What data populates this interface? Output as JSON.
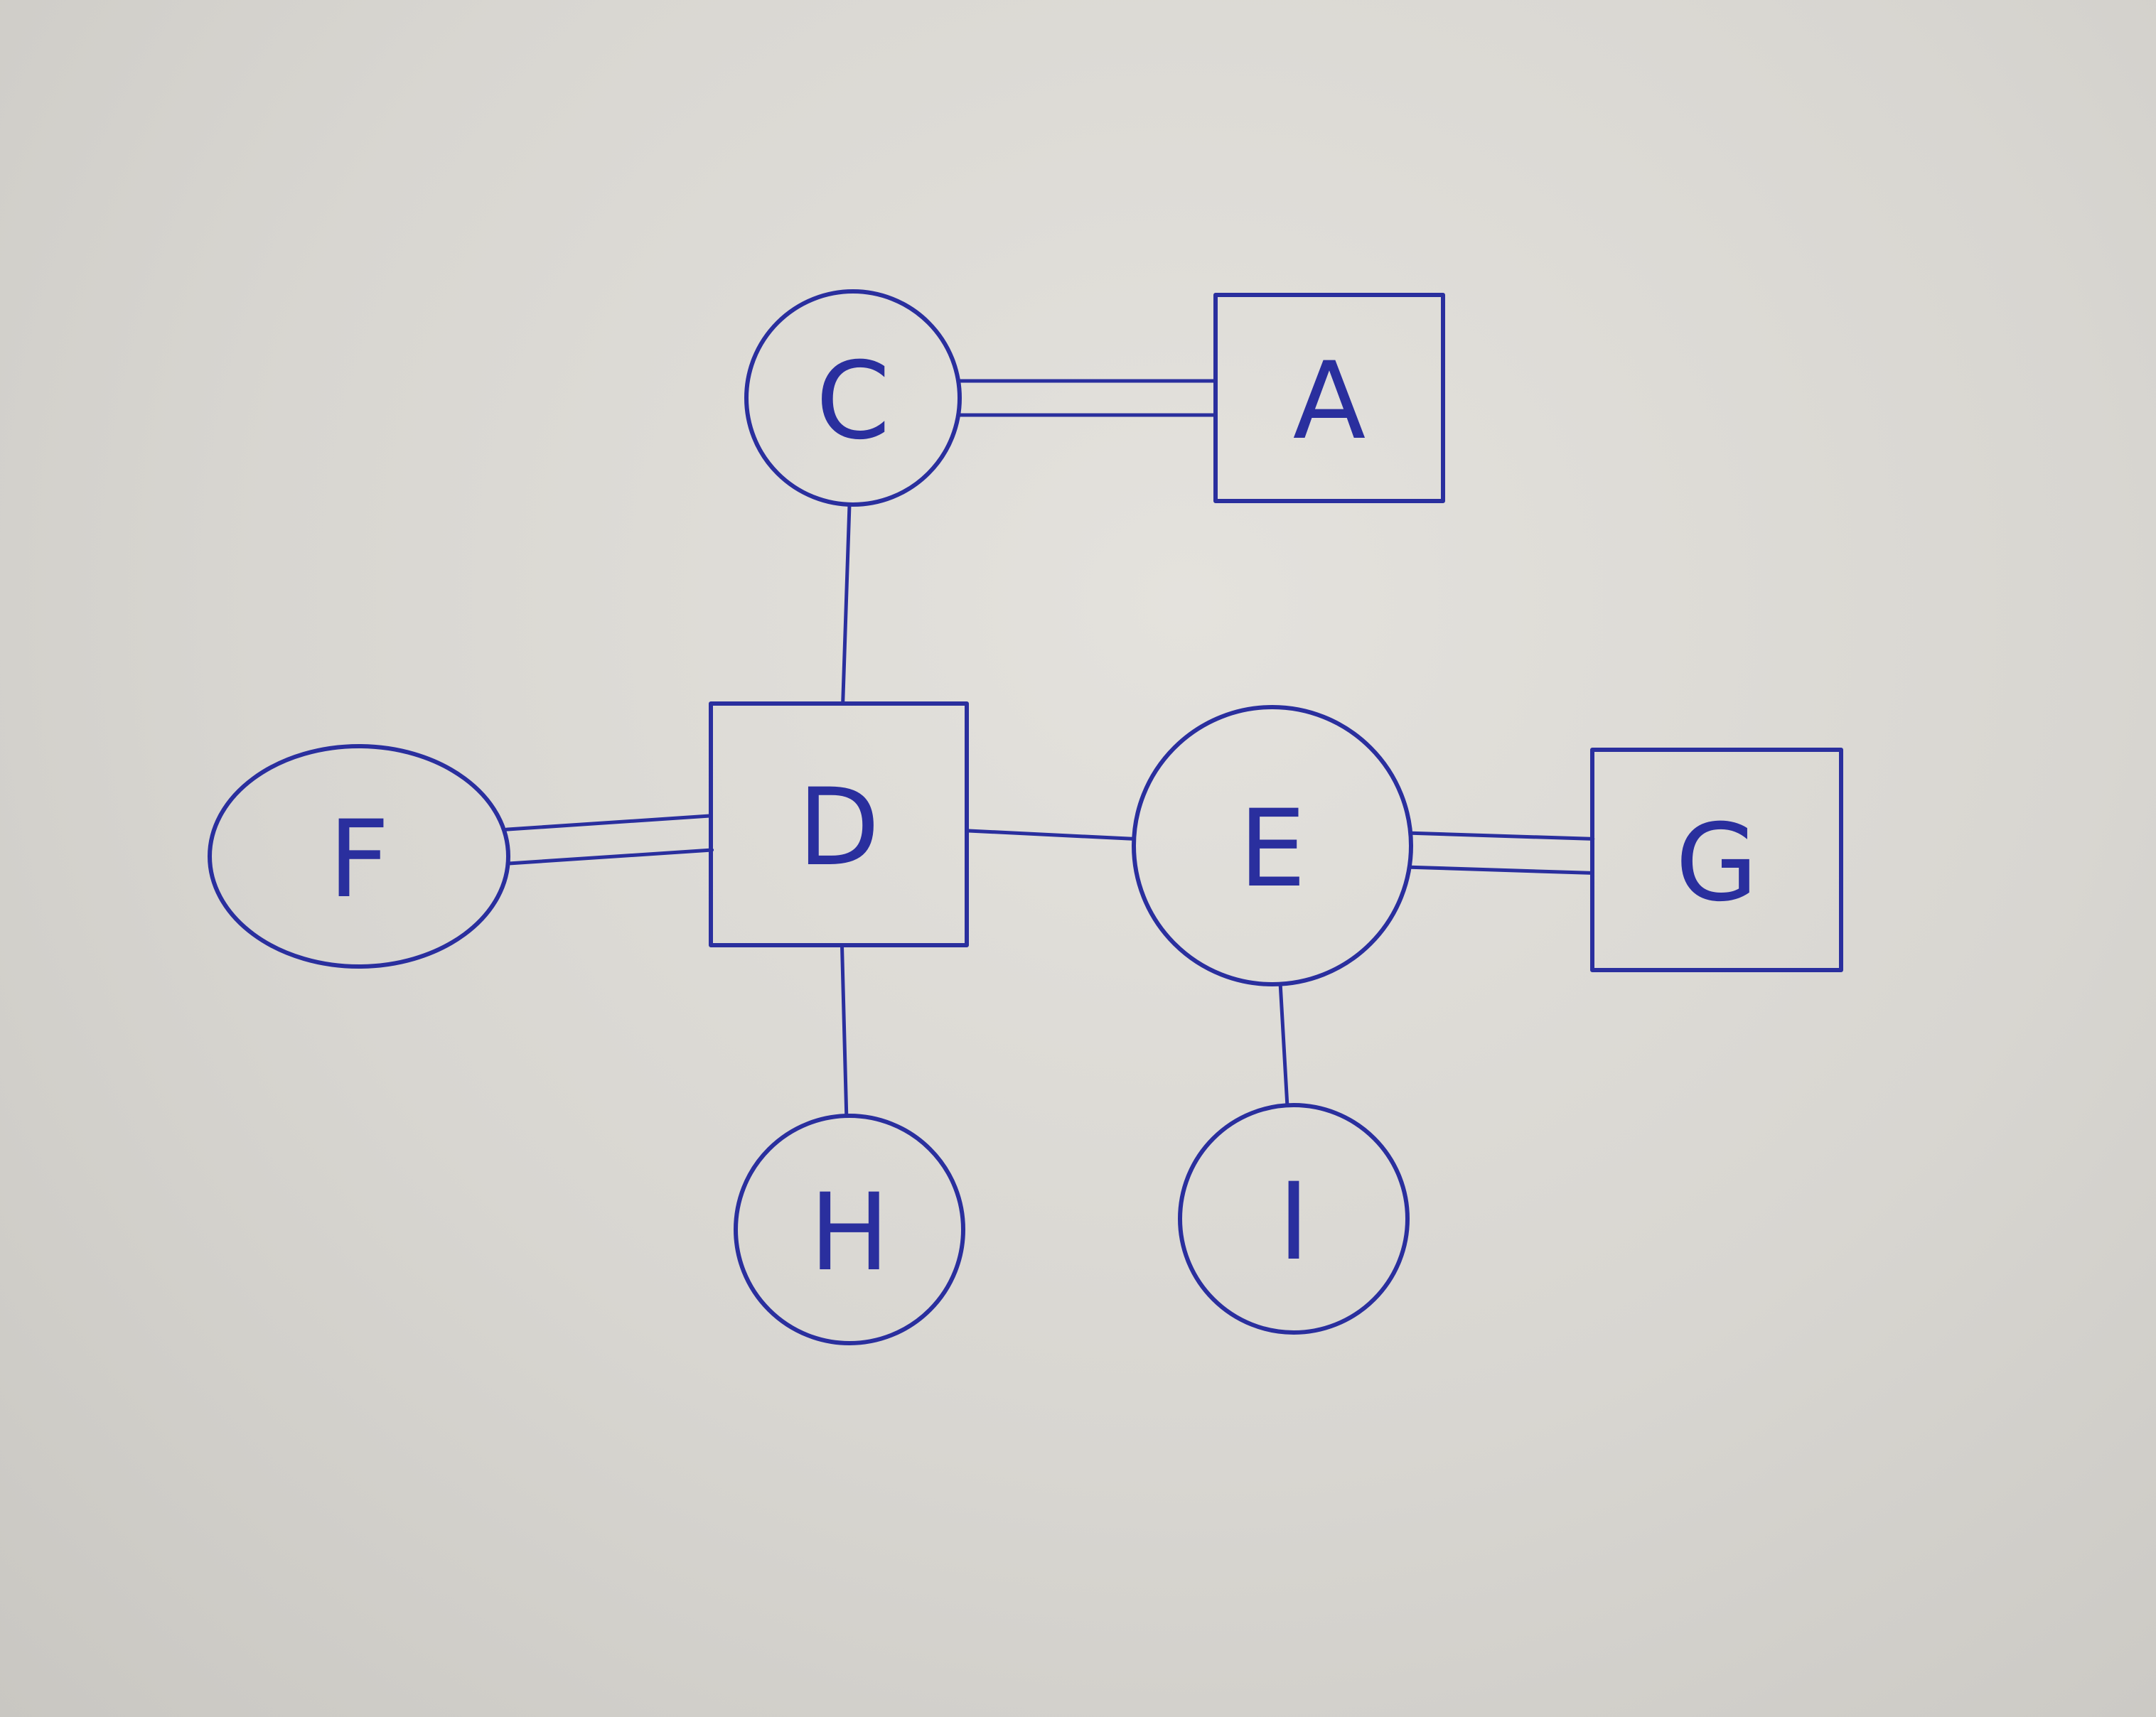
{
  "colors": {
    "ink": "#2a2f9e"
  },
  "nodes": [
    {
      "id": "C",
      "label": "C",
      "shape": "circle"
    },
    {
      "id": "A",
      "label": "A",
      "shape": "square"
    },
    {
      "id": "D",
      "label": "D",
      "shape": "square"
    },
    {
      "id": "F",
      "label": "F",
      "shape": "circle"
    },
    {
      "id": "E",
      "label": "E",
      "shape": "circle"
    },
    {
      "id": "G",
      "label": "G",
      "shape": "square"
    },
    {
      "id": "H",
      "label": "H",
      "shape": "circle"
    },
    {
      "id": "I",
      "label": "I",
      "shape": "circle"
    }
  ],
  "edges": [
    {
      "from": "C",
      "to": "A",
      "style": "double"
    },
    {
      "from": "C",
      "to": "D",
      "style": "single"
    },
    {
      "from": "F",
      "to": "D",
      "style": "double"
    },
    {
      "from": "D",
      "to": "E",
      "style": "single"
    },
    {
      "from": "E",
      "to": "G",
      "style": "double"
    },
    {
      "from": "D",
      "to": "H",
      "style": "single"
    },
    {
      "from": "E",
      "to": "I",
      "style": "single"
    }
  ]
}
